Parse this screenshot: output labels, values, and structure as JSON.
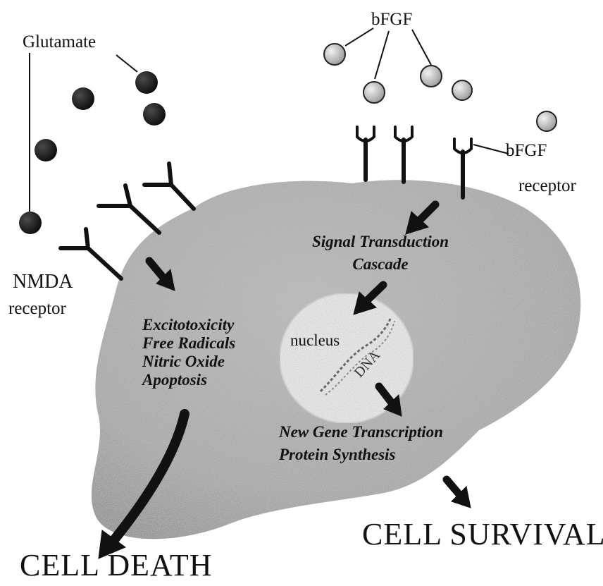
{
  "labels": {
    "glutamate": "Glutamate",
    "bfgf": "bFGF",
    "bfgf_receptor_line1": "bFGF",
    "bfgf_receptor_line2": "receptor",
    "nmda_line1": "NMDA",
    "nmda_line2": "receptor",
    "signal_line1": "Signal Transduction",
    "signal_line2": "Cascade",
    "nucleus": "nucleus",
    "dna": "DNA",
    "toxicity": [
      "Excitotoxicity",
      "Free Radicals",
      "Nitric Oxide",
      "Apoptosis"
    ],
    "gene": [
      "New Gene Transcription",
      "Protein Synthesis"
    ],
    "cell_survival": "CELL SURVIVAL",
    "cell_death": "CELL DEATH"
  },
  "icons": {
    "glutamate_molecule": "filled-dark-circle",
    "bfgf_molecule": "hollow-gray-circle",
    "nmda_receptor": "y-shaped-receptor",
    "bfgf_receptor": "cup-shaped-receptor",
    "arrow": "thick-dark-arrow"
  },
  "colors": {
    "cell_fill": "#a9a9a9",
    "dark": "#111111",
    "glutamate": "#1c1c1c",
    "bfgf": "#d6d6d6"
  }
}
